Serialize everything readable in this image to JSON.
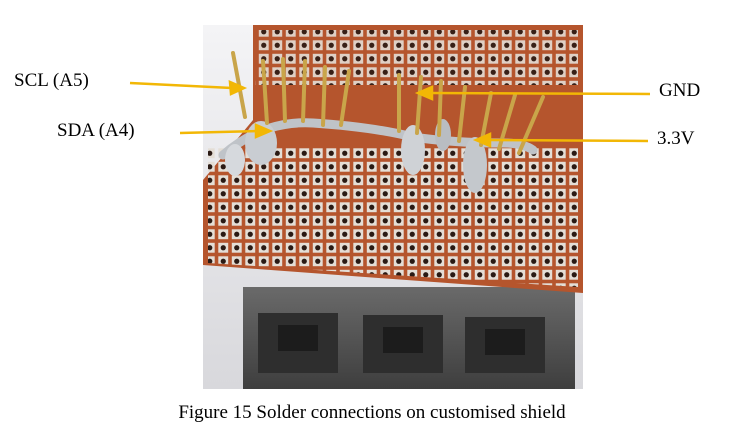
{
  "labels": {
    "scl": "SCL (A5)",
    "sda": "SDA (A4)",
    "gnd": "GND",
    "v33": "3.3V"
  },
  "caption": "Figure 15 Solder connections on customised shield",
  "colors": {
    "arrow": "#f2b705",
    "board": "#b5552d",
    "pad": "#e4ded6",
    "hole": "#2a1a14",
    "connector": "#5c5c5c"
  }
}
